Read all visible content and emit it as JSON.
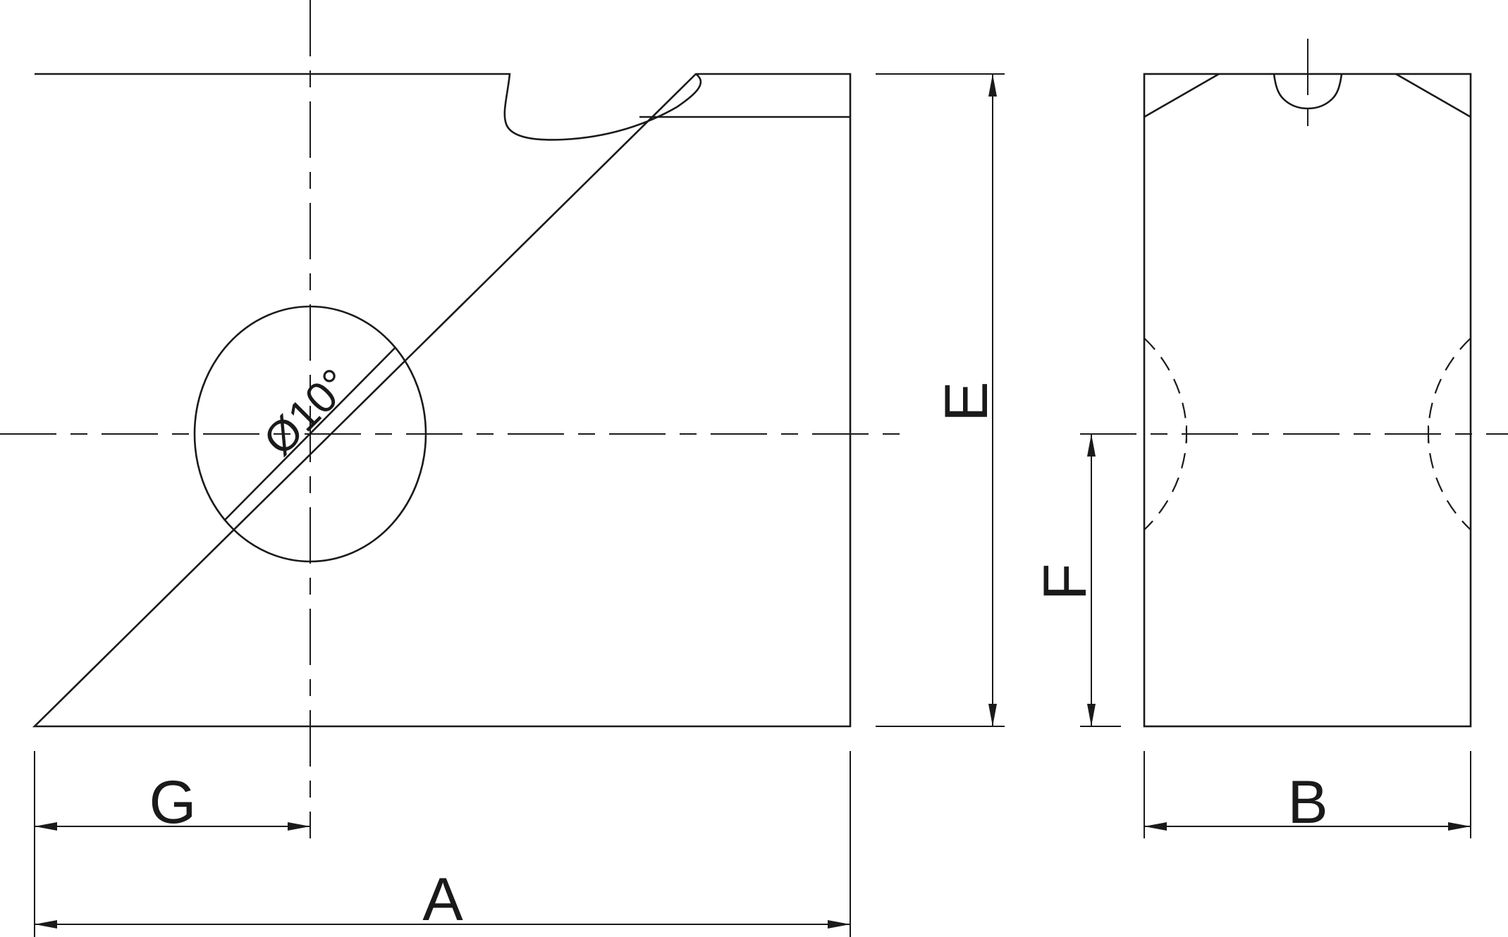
{
  "dimensions": {
    "a": "A",
    "b": "B",
    "e": "E",
    "f": "F",
    "g": "G",
    "hole": "Ø10°"
  },
  "colors": {
    "line": "#1a1a1a",
    "background": "#ffffff"
  }
}
